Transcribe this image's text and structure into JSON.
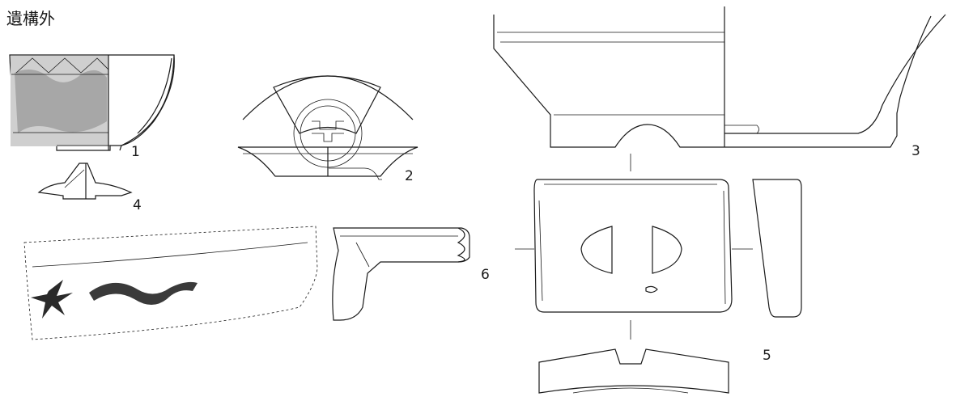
{
  "heading": "遺構外",
  "figure_numbers": {
    "n1": "1",
    "n2": "2",
    "n3": "3",
    "n4": "4",
    "n5": "5",
    "n6": "6"
  }
}
